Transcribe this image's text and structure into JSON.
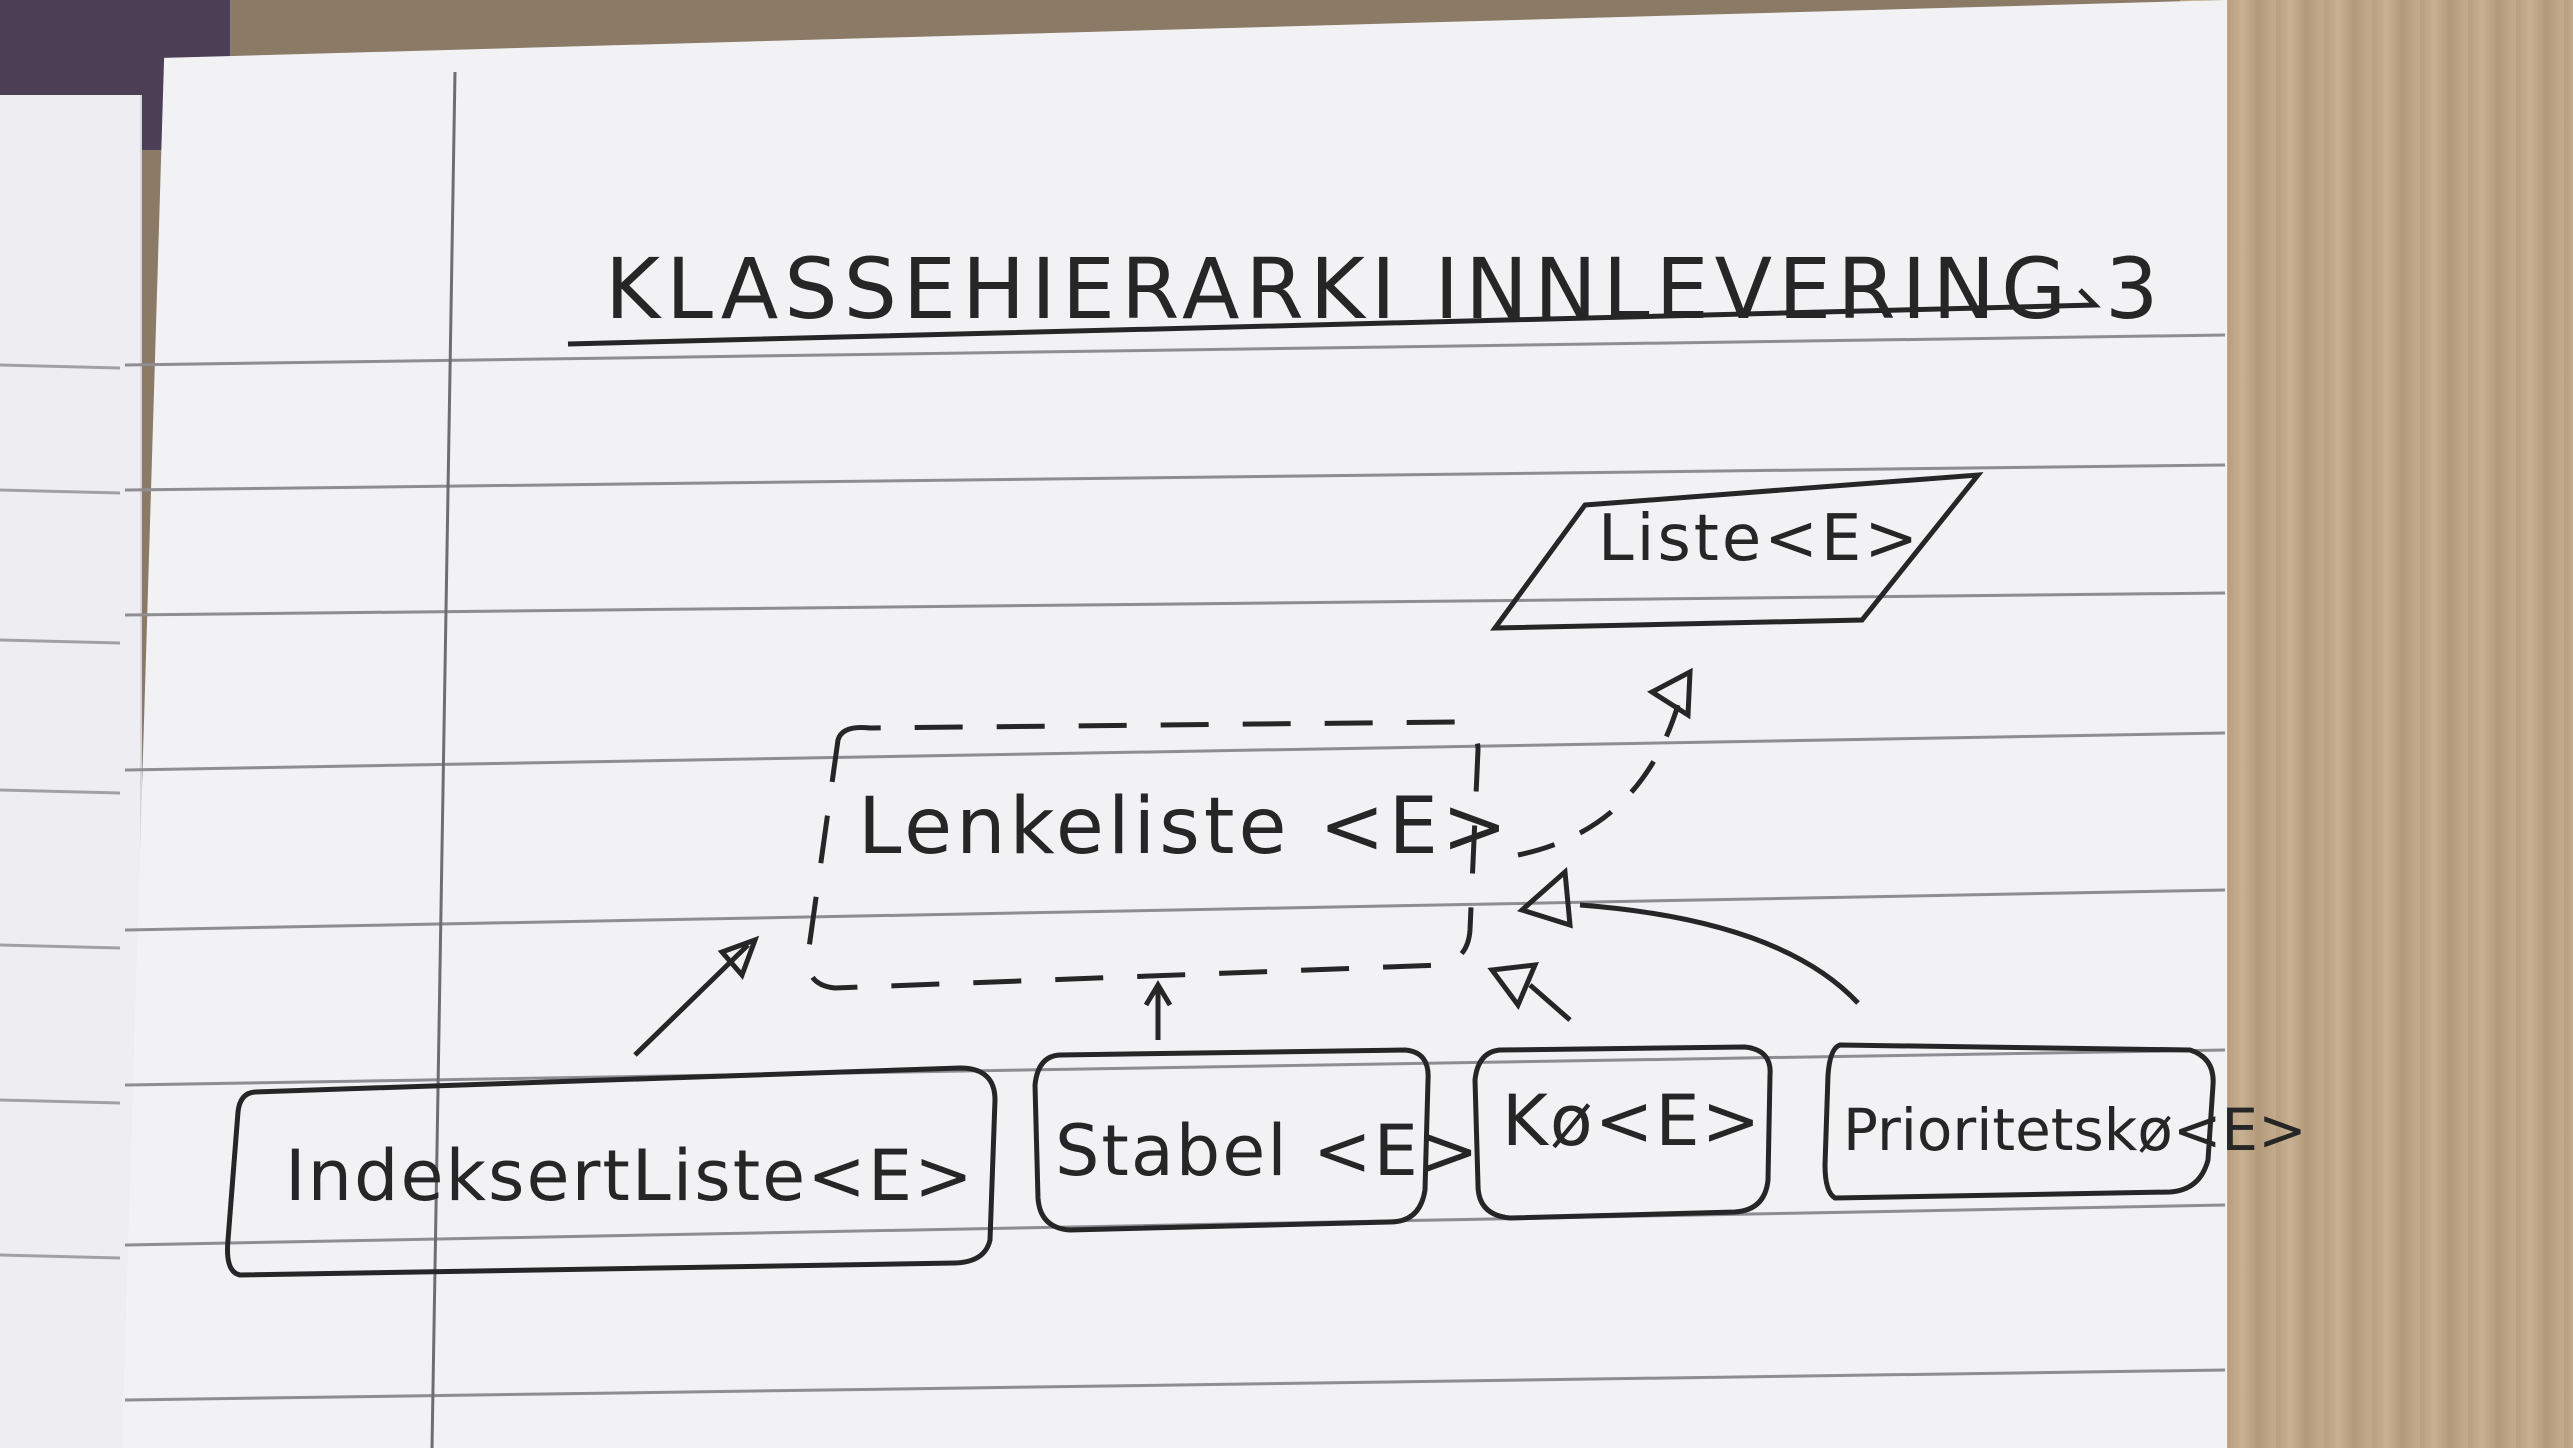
{
  "title": "KLASSEHIERARKI INNLEVERING 3",
  "nodes": {
    "liste": "Liste<E>",
    "lenkeliste": "Lenkeliste <E>",
    "indeksertliste": "IndeksertListe<E>",
    "stabel": "Stabel <E>",
    "ko": "Kø<E>",
    "prioritetsko": "Prioritetskø<E>"
  },
  "colors": {
    "ink": "#262626",
    "paper": "#f2f2f5",
    "rule_line": "#8d8d92",
    "wood": "#c2a988"
  }
}
